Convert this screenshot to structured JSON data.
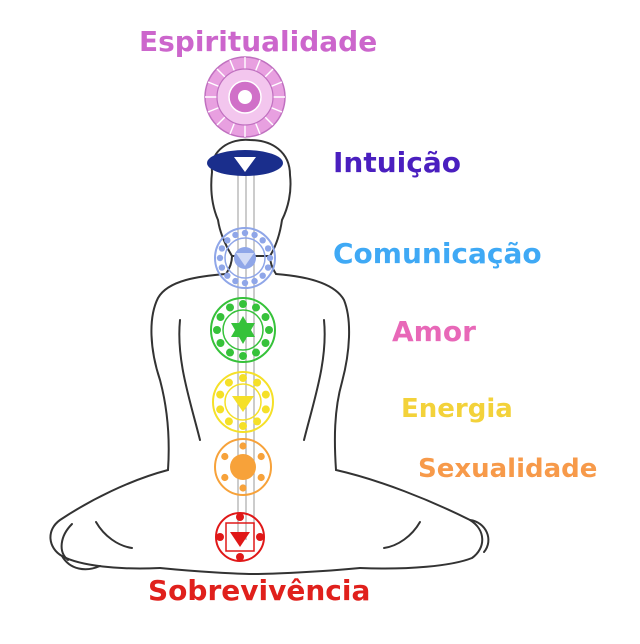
{
  "labels": {
    "crown": {
      "text": "Espiritualidade",
      "color": "#cc66cc"
    },
    "third_eye": {
      "text": "Intuição",
      "color": "#4a1fbf"
    },
    "throat": {
      "text": "Comunicação",
      "color": "#3fa9f5"
    },
    "heart": {
      "text": "Amor",
      "color": "#e868b8"
    },
    "solar": {
      "text": "Energia",
      "color": "#f3d23a"
    },
    "sacral": {
      "text": "Sexualidade",
      "color": "#f79a4a"
    },
    "root": {
      "text": "Sobrevivência",
      "color": "#e0201c"
    }
  },
  "chakra_colors": {
    "crown": "#e8a0e0",
    "third_eye": "#1a2e8c",
    "throat": "#8fa6e8",
    "heart": "#36c23a",
    "solar": "#f5e028",
    "sacral": "#f7a23a",
    "root": "#e01818"
  }
}
